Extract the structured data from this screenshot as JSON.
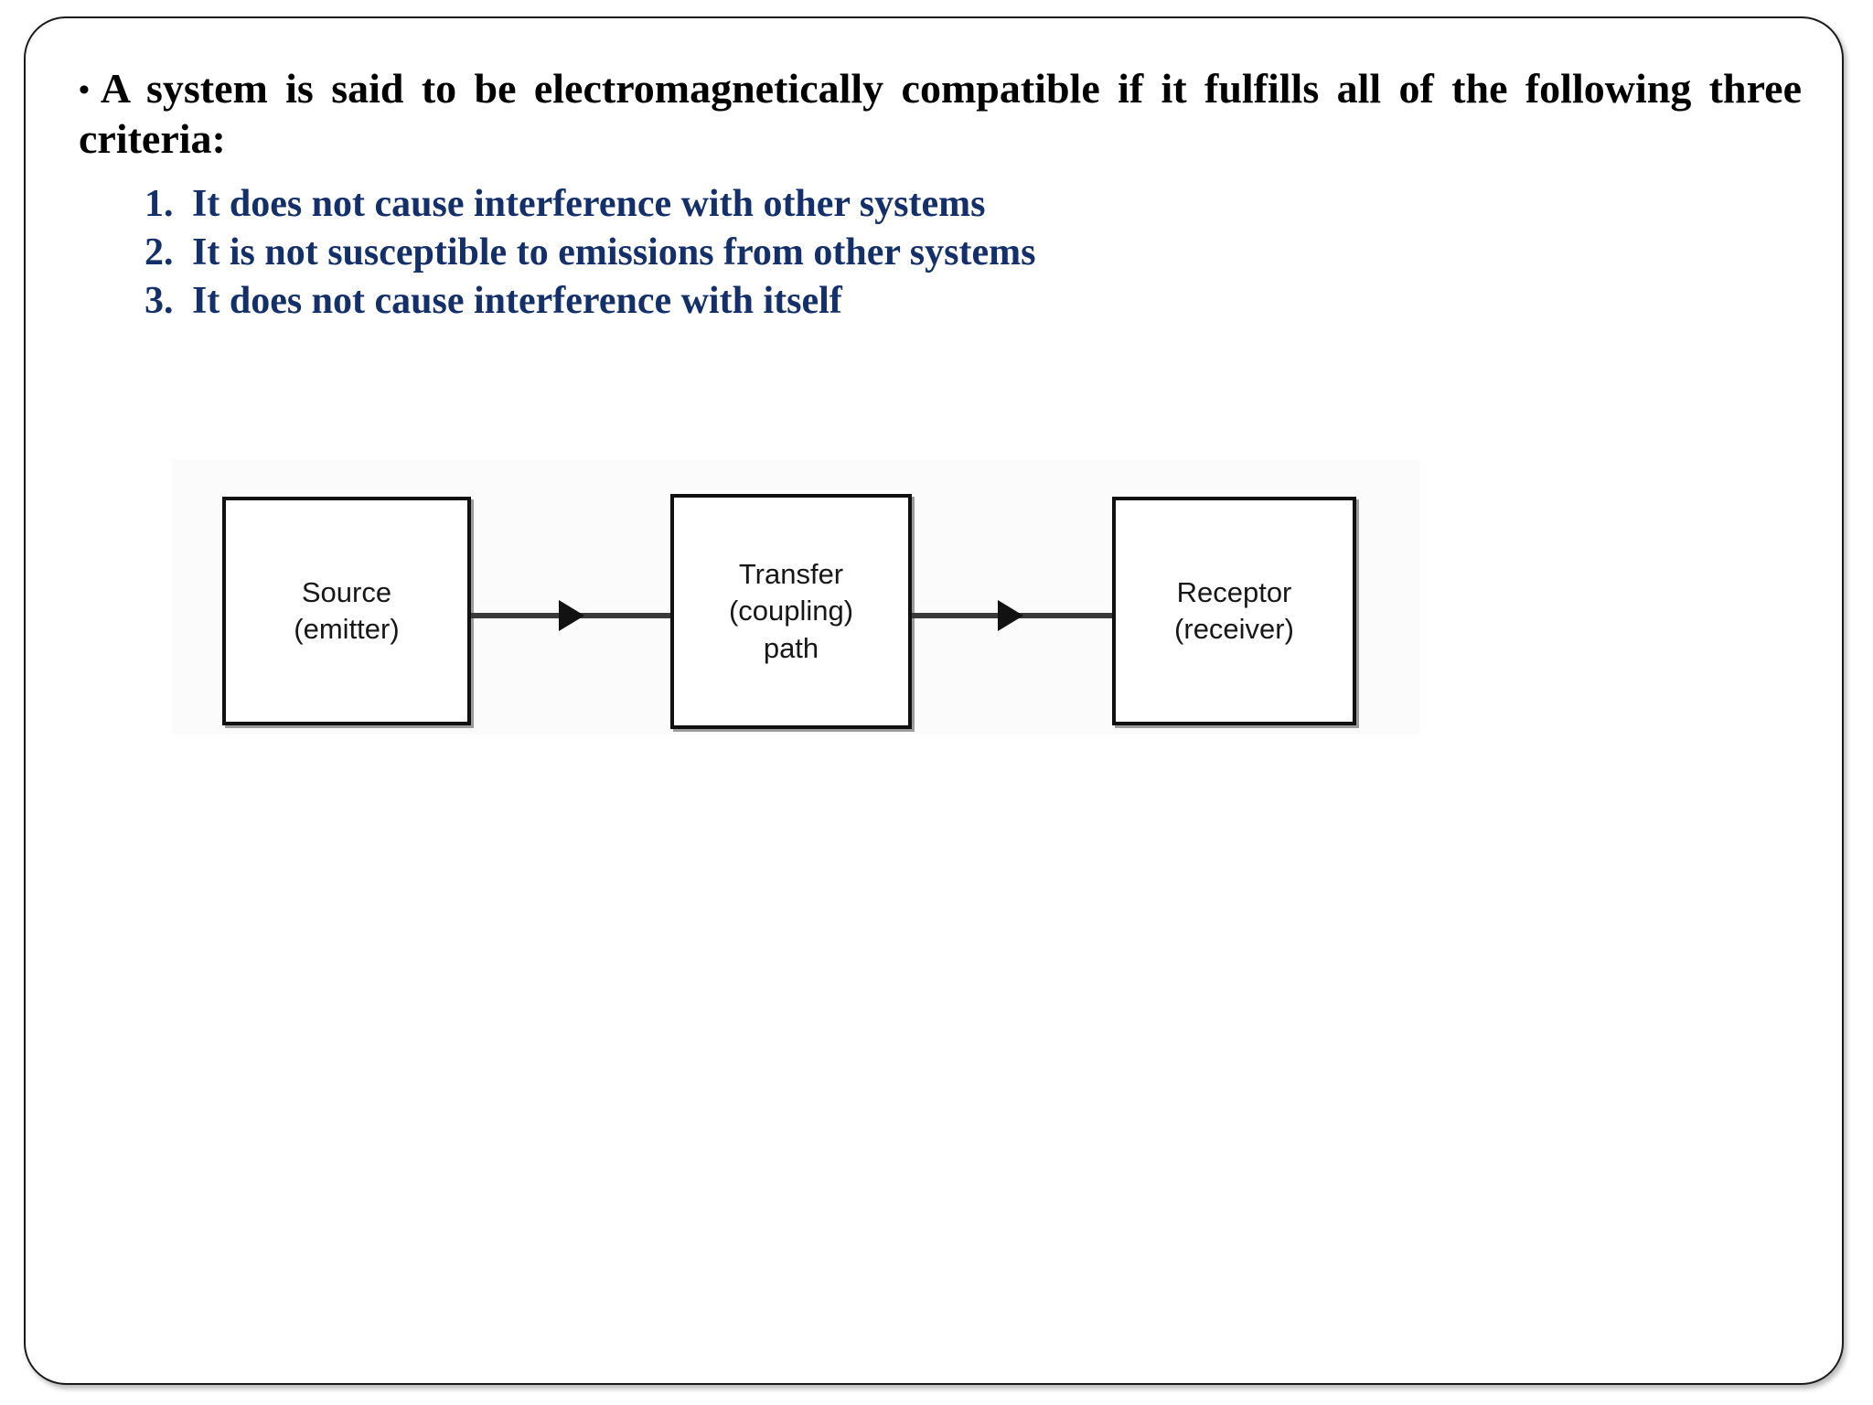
{
  "slide": {
    "bullet_glyph": "•",
    "lead_paragraph": "A system is said to be electromagnetically compatible if it fulfills all of the following three criteria:",
    "criteria_heading_color": "#14306b",
    "body_text_color": "#000000",
    "criteria": [
      {
        "number": "1.",
        "text": "It does not cause interference with other systems"
      },
      {
        "number": "2.",
        "text": "It is not susceptible to emissions from other systems"
      },
      {
        "number": "3.",
        "text": "It does not cause interference with itself"
      }
    ]
  },
  "diagram": {
    "type": "block-flow",
    "boxes": [
      {
        "id": "source",
        "line1": "Source",
        "line2": "(emitter)",
        "line3": ""
      },
      {
        "id": "transfer",
        "line1": "Transfer",
        "line2": "(coupling)",
        "line3": "path"
      },
      {
        "id": "receptor",
        "line1": "Receptor",
        "line2": "(receiver)",
        "line3": ""
      }
    ],
    "connections": [
      {
        "from": "source",
        "to": "transfer"
      },
      {
        "from": "transfer",
        "to": "receptor"
      }
    ],
    "stroke_color": "#111111",
    "background_color": "#fbfbfb"
  }
}
